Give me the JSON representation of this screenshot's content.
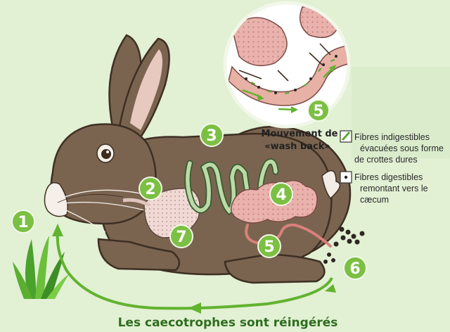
{
  "numbers": {
    "n1": "1",
    "n2": "2",
    "n3": "3",
    "n4": "4",
    "n5": "5",
    "n6": "6",
    "n7": "7",
    "n5_inset": "5"
  },
  "wash_back": {
    "line1": "Mouvement de",
    "line2": "«wash back»"
  },
  "legend": {
    "indigestible": [
      "Fibres indigestibles",
      "évacuées sous forme",
      "de crottes dures"
    ],
    "digestible": [
      "Fibres digestibles",
      "remontant vers le",
      "cæcum"
    ]
  },
  "caption": "Les caecotrophes sont réingérés",
  "colors": {
    "green_badge": "#7cc043",
    "rabbit_body": "#7a6450",
    "arrow_green": "#62b32f",
    "intestine_pink": "#e7a7a4"
  }
}
